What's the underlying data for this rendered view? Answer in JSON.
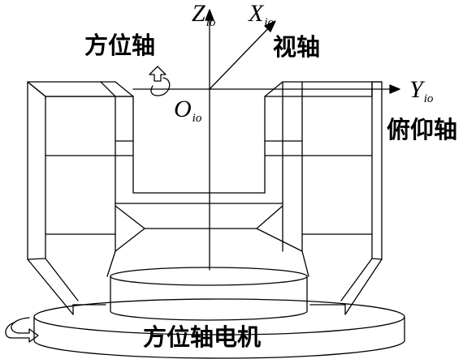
{
  "labels": {
    "azimuth_axis": "方位轴",
    "line_of_sight_axis": "视轴",
    "pitch_axis": "俯仰轴",
    "azimuth_motor": "方位轴电机"
  },
  "axes": {
    "z": {
      "letter": "Z",
      "sub": "io"
    },
    "x": {
      "letter": "X",
      "sub": "io"
    },
    "y": {
      "letter": "Y",
      "sub": "io"
    },
    "origin": {
      "letter": "O",
      "sub": "io"
    }
  },
  "colors": {
    "line": "#000000",
    "background": "#ffffff"
  }
}
